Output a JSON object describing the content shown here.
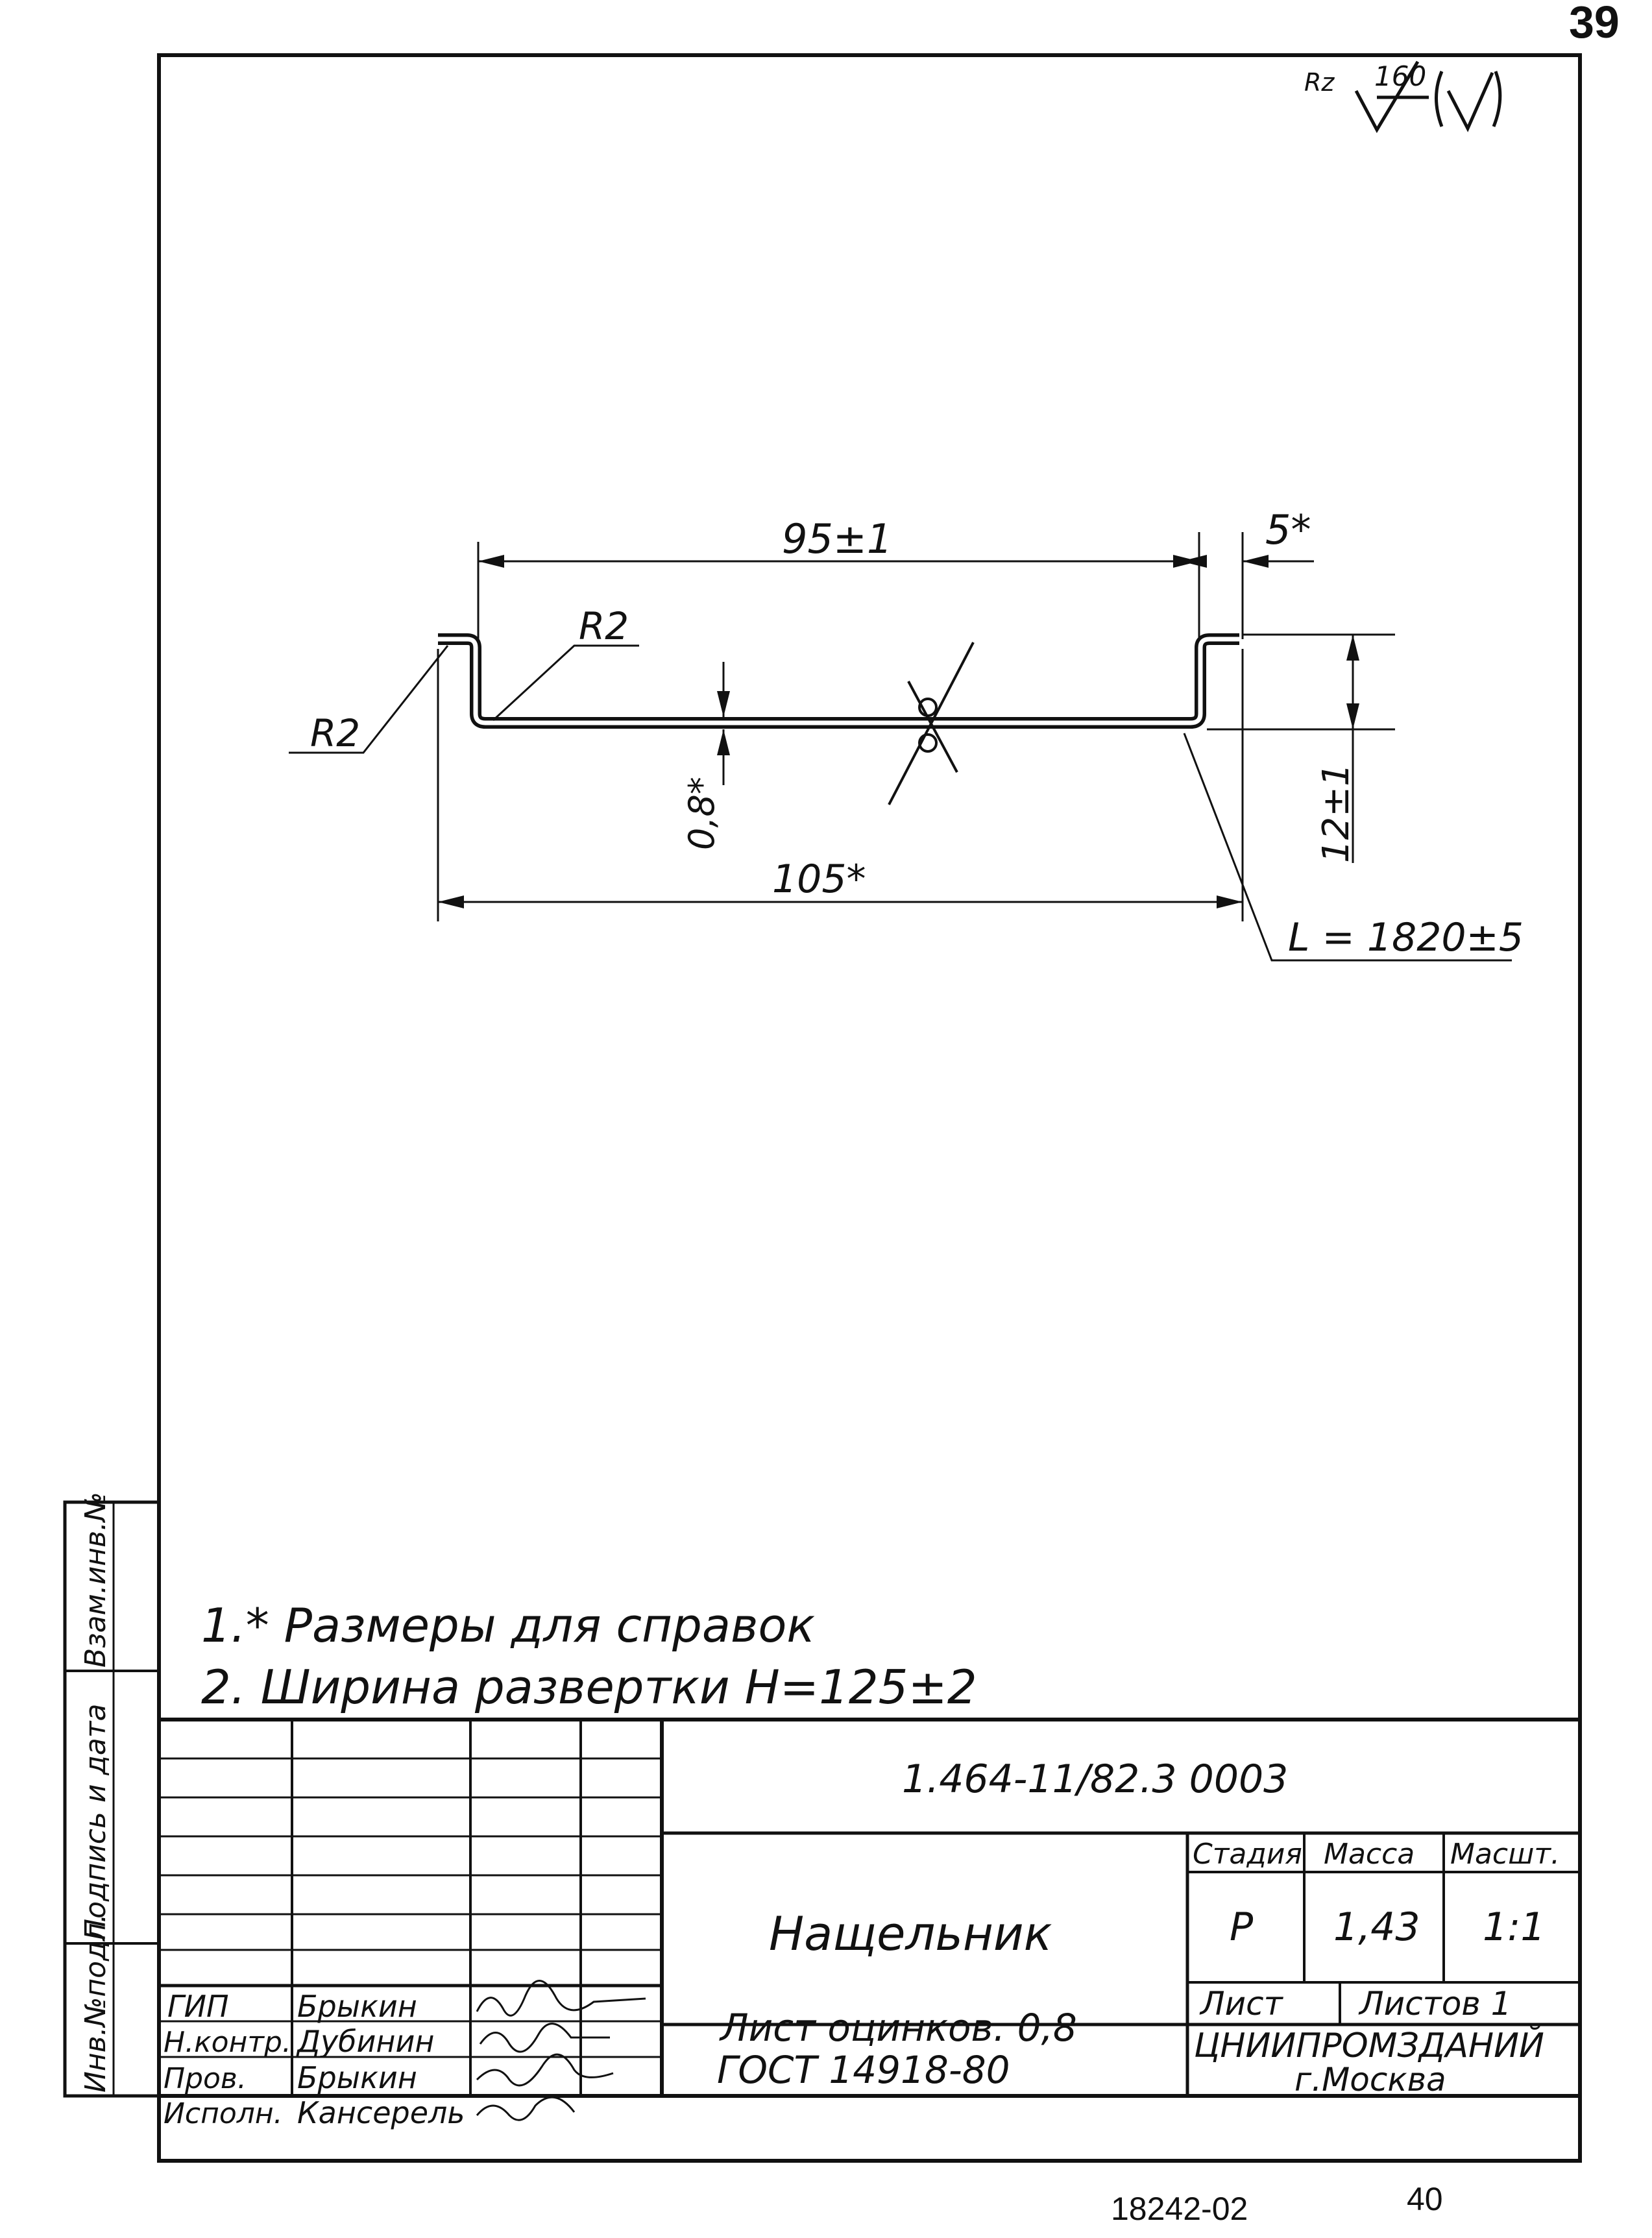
{
  "page": {
    "number_top": "39",
    "doc_code_bottom": "18242-02",
    "number_bottom": "40"
  },
  "roughness": {
    "prefix": "Rz",
    "value": "160"
  },
  "drawing": {
    "dim_top": "95±1",
    "dim_right_top": "5*",
    "radius_inner": "R2",
    "radius_outer": "R2",
    "thickness": "0,8*",
    "dim_bottom": "105*",
    "height": "12±1",
    "length": "L = 1820±5"
  },
  "notes": {
    "note1": "1.* Размеры для справок",
    "note2": "2. Ширина развертки H=125±2"
  },
  "side_stamp": {
    "col1": "Инв.№подл.",
    "col2": "Подпись и дата",
    "col3": "Взам.инв.№"
  },
  "title_block": {
    "doc_number": "1.464-11/82.3   0003",
    "part_name": "Нащельник",
    "stage_header": "Стадия",
    "mass_header": "Масса",
    "scale_header": "Масшт.",
    "stage": "Р",
    "mass": "1,43",
    "scale": "1:1",
    "sheet_label": "Лист",
    "sheets_label": "Листов 1",
    "material_line1": "Лист оцинков. 0,8",
    "material_line2": "ГОСТ 14918-80",
    "org_line1": "ЦНИИПРОМЗДАНИЙ",
    "org_line2": "г.Москва",
    "roles": [
      "ГИП",
      "Н.контр.",
      "Пров.",
      "Исполн."
    ],
    "names": [
      "Брыкин",
      "Дубинин",
      "Брыкин",
      "Кансерель"
    ]
  }
}
